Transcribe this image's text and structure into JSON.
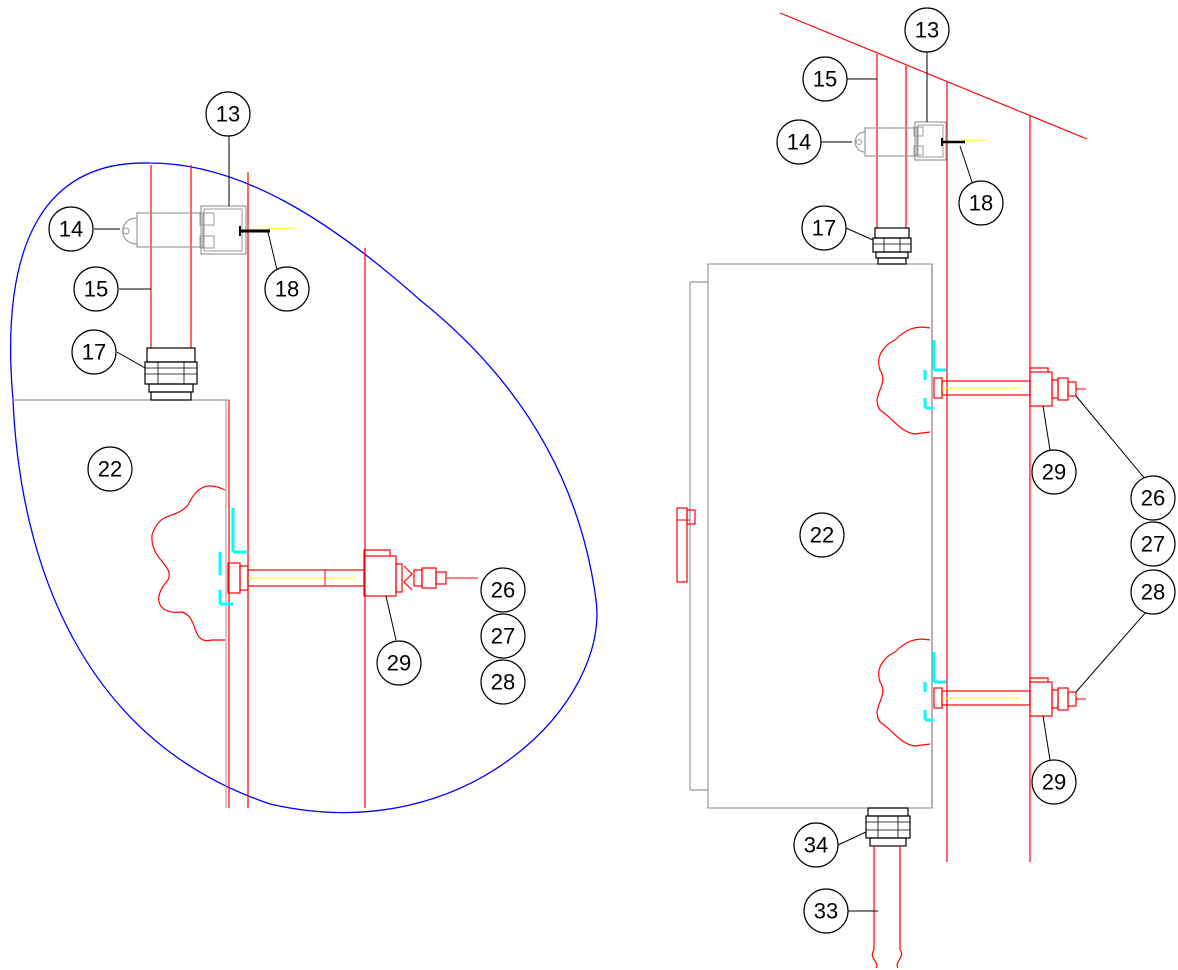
{
  "colors": {
    "outline": "#ff0000",
    "detail_boundary": "#0000ff",
    "gray_line": "#999999",
    "weld_washer": "#00ffff",
    "yellow_center": "#ffff00",
    "callout": "#000000"
  },
  "callouts": {
    "left": {
      "c13": "13",
      "c14": "14",
      "c15": "15",
      "c17": "17",
      "c18": "18",
      "c22": "22",
      "c26": "26",
      "c27": "27",
      "c28": "28",
      "c29": "29"
    },
    "right": {
      "c13": "13",
      "c14": "14",
      "c15": "15",
      "c17": "17",
      "c18": "18",
      "c22": "22",
      "c26": "26",
      "c27": "27",
      "c28": "28",
      "c29a": "29",
      "c29b": "29",
      "c33": "33",
      "c34": "34"
    }
  }
}
